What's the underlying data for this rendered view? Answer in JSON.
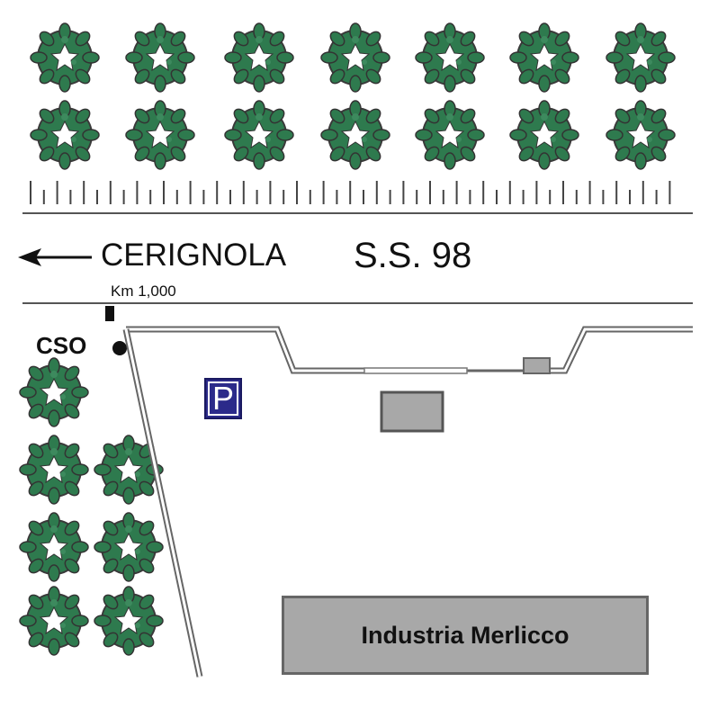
{
  "map": {
    "direction_label": "CERIGNOLA",
    "road_label": "S.S. 98",
    "km_marker_label": "Km 1,000",
    "cso_label": "CSO",
    "parking_label": "P",
    "factory_label": "Industria Merlicco",
    "colors": {
      "tree_foliage": "#2e7a4e",
      "tree_outline": "#444444",
      "parking_blue": "#2b2a8a",
      "building_gray": "#a8a8a8",
      "line": "#555555"
    },
    "icons": [
      "tree-icon",
      "arrow-left-icon",
      "parking-icon",
      "point-marker-icon"
    ]
  }
}
